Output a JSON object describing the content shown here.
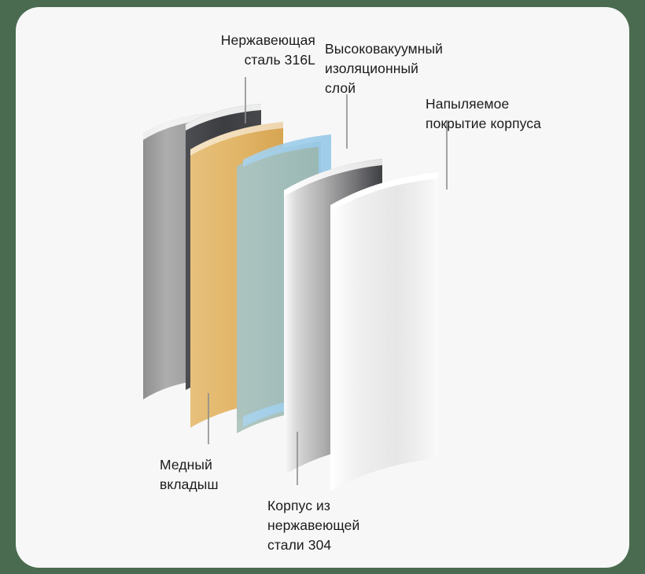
{
  "card": {
    "background": "#f7f7f7",
    "page_background": "#4a6b4f"
  },
  "diagram": {
    "title": "Exploded view of vacuum flask wall layers",
    "text_color": "#1b1b1b",
    "leader_line_color": "#8d8d8d",
    "layers": [
      {
        "id": "outer-steel-316l",
        "name": "Нержавеющая сталь 316L",
        "color": "#a6a6a6",
        "order": 1
      },
      {
        "id": "dark-steel-inner",
        "name": "Нержавеющая сталь 316L",
        "color": "#3f4044",
        "order": 2
      },
      {
        "id": "copper-liner",
        "name": "Медный вкладыш",
        "color": "#e0b367",
        "order": 3
      },
      {
        "id": "sage-interlayer",
        "name": "Медный вкладыш",
        "color": "#a9c1bc",
        "order": 4
      },
      {
        "id": "vacuum-insulation",
        "name": "Высоковакуумный изоляционный слой",
        "color": "#9ecdea",
        "order": 5
      },
      {
        "id": "steel-body-304",
        "name": "Корпус из нержавеющей стали 304",
        "color": "#9b9b9b",
        "order": 6
      },
      {
        "id": "sprayed-coating",
        "name": "Напыляемое покрытие корпуса",
        "color": "#f2f2f2",
        "order": 7
      }
    ],
    "labels": {
      "steel_316l": "Нержавеющая\nсталь 316L",
      "vacuum_layer": "Высоковакуумный\nизоляционный\nслой",
      "sprayed_coating": "Напыляемое\nпокрытие корпуса",
      "copper_liner": "Медный\nвкладыш",
      "steel_body_304": "Корпус из\nнержавеющей\nстали 304"
    }
  }
}
